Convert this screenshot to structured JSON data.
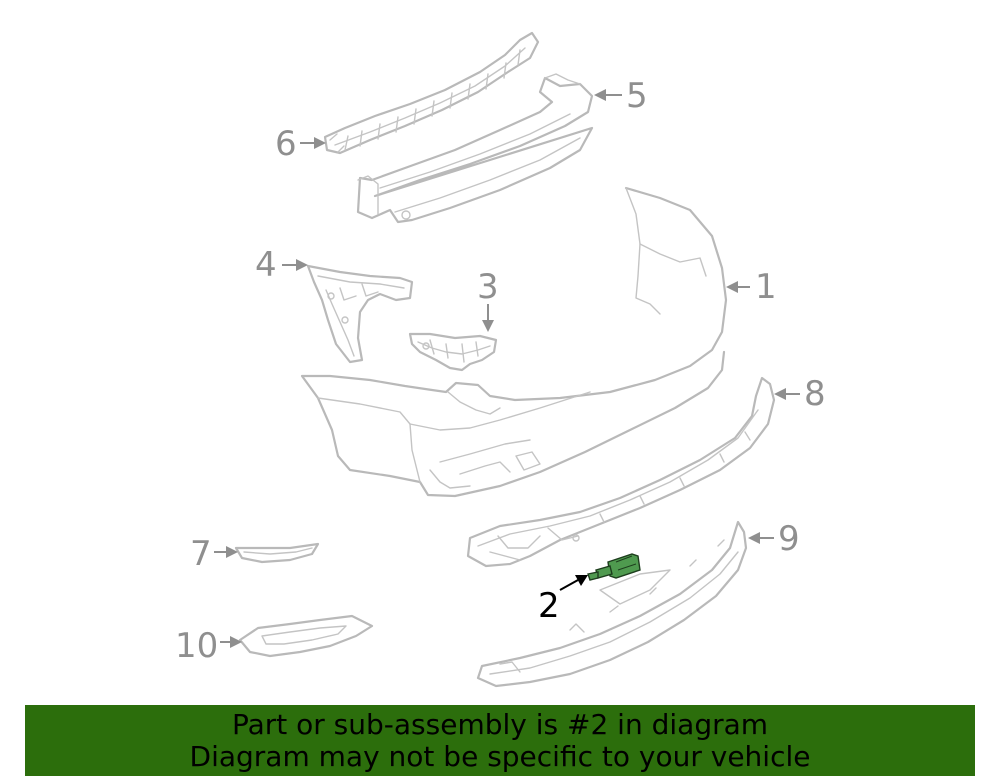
{
  "diagram": {
    "highlighted_part": "2",
    "highlight_color": "#4f9a4f",
    "line_color": "#b9b9b9",
    "label_color": "#8f8f8f",
    "callouts": [
      {
        "id": "1",
        "label": "1",
        "part": "bumper-cover"
      },
      {
        "id": "2",
        "label": "2",
        "part": "sensor-wiring",
        "highlighted": true
      },
      {
        "id": "3",
        "label": "3",
        "part": "side-bracket"
      },
      {
        "id": "4",
        "label": "4",
        "part": "upper-bracket"
      },
      {
        "id": "5",
        "label": "5",
        "part": "reinforcement-beam"
      },
      {
        "id": "6",
        "label": "6",
        "part": "energy-absorber"
      },
      {
        "id": "7",
        "label": "7",
        "part": "upper-trim-strip"
      },
      {
        "id": "8",
        "label": "8",
        "part": "lower-valance"
      },
      {
        "id": "9",
        "label": "9",
        "part": "lower-spoiler"
      },
      {
        "id": "10",
        "label": "10",
        "part": "reflector-trim"
      }
    ]
  },
  "banner": {
    "background": "#2c6e0c",
    "line1": "Part or sub-assembly is #2 in diagram",
    "line2": "Diagram may not be specific to your vehicle"
  }
}
